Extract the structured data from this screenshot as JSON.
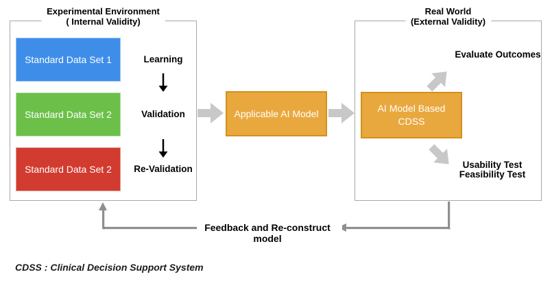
{
  "colors": {
    "dataset_blue": "#3E8EE9",
    "dataset_green": "#6CC04A",
    "dataset_red": "#D23B2F",
    "ai_orange_fill": "#E9A83E",
    "ai_orange_border": "#D2901E",
    "block_arrow_gray": "#C8C8C8",
    "feedback_line_gray": "#8F8F8F",
    "panel_border_gray": "#A6A6A6"
  },
  "experimental_panel": {
    "title_line1": "Experimental Environment",
    "title_line2": "( Internal Validity)",
    "datasets": [
      {
        "label": "Standard Data Set 1",
        "stage": "Learning"
      },
      {
        "label": "Standard Data Set 2",
        "stage": "Validation"
      },
      {
        "label": "Standard Data Set 2",
        "stage": "Re-Validation"
      }
    ]
  },
  "ai_model_box": {
    "label": "Applicable AI Model"
  },
  "real_world_panel": {
    "title_line1": "Real World",
    "title_line2": "(External Validity)",
    "evaluate_label": "Evaluate Outcomes",
    "cdss_line1": "AI Model Based",
    "cdss_line2": "CDSS",
    "usability_line1": "Usability Test",
    "usability_line2": "Feasibility Test"
  },
  "feedback": {
    "label": "Feedback and Re-construct model"
  },
  "footnote": "CDSS : Clinical Decision Support System"
}
